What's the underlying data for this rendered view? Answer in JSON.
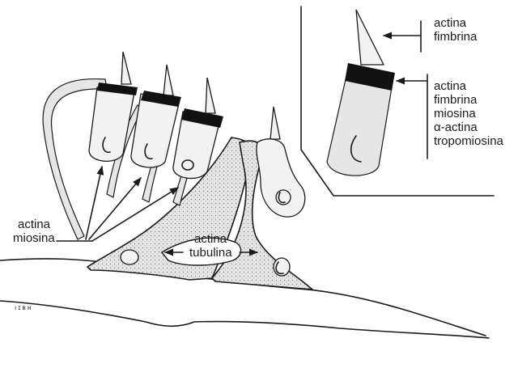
{
  "labels": {
    "inset_top": [
      "actina",
      "fimbrina"
    ],
    "inset_bottom": [
      "actina",
      "fimbrina",
      "miosina",
      "α-actina",
      "tropomiosina"
    ],
    "left": [
      "actina",
      "miosina"
    ],
    "center": [
      "actina",
      "tubulina"
    ],
    "corner_mark": "ı ɪ ʙ ʜ"
  }
}
